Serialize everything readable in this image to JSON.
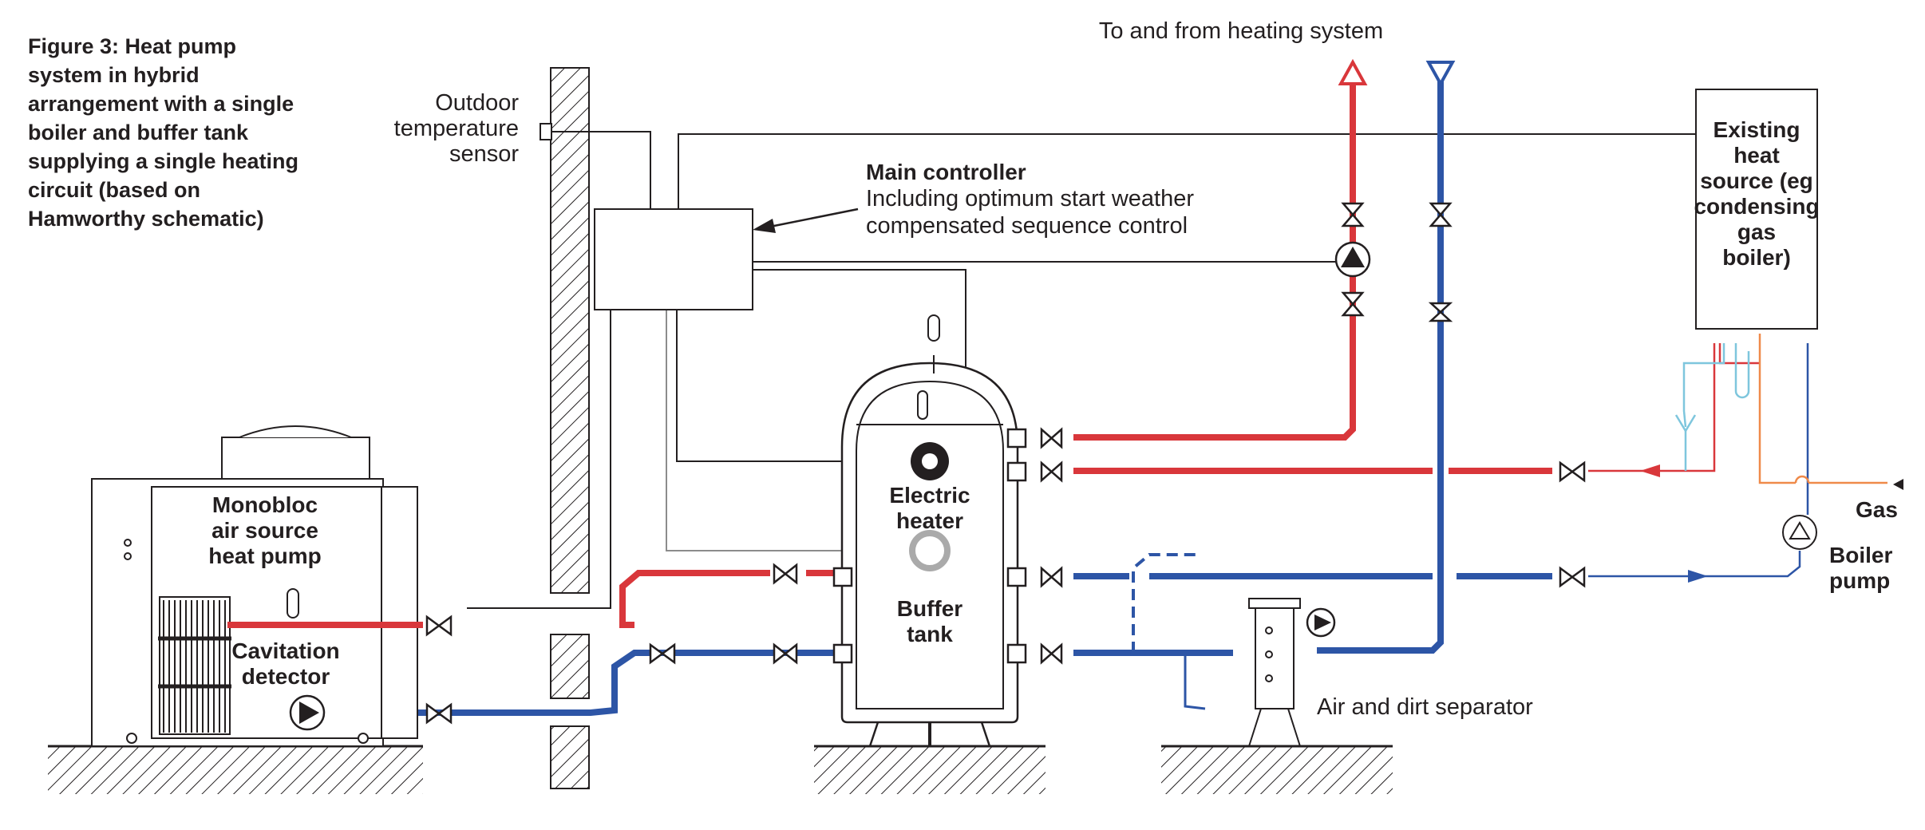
{
  "figure": {
    "caption": "Figure 3: Heat pump system in hybrid arrangement with a single boiler and buffer tank supplying a single heating circuit (based on Hamworthy schematic)"
  },
  "labels": {
    "heating_system": "To and from heating system",
    "outdoor_sensor": [
      "Outdoor",
      "temperature",
      "sensor"
    ],
    "main_controller": [
      "Main controller",
      "Including optimum start weather",
      "compensated sequence control"
    ],
    "existing_heat_source": [
      "Existing",
      "heat",
      "source (eg",
      "condensing",
      "gas",
      "boiler)"
    ],
    "gas": "Gas",
    "boiler_pump": [
      "Boiler",
      "pump"
    ],
    "heat_pump": [
      "Monobloc",
      "air source",
      "heat pump"
    ],
    "cavitation_detector": [
      "Cavitation",
      "detector"
    ],
    "electric_heater": [
      "Electric",
      "heater"
    ],
    "buffer_tank": [
      "Buffer",
      "tank"
    ],
    "air_dirt_separator": "Air and dirt separator"
  },
  "colors": {
    "flow_red": "#d9373b",
    "return_blue": "#2d55a6",
    "gas_orange": "#ef8a4a",
    "drain_cyan": "#7ec6dd",
    "line_black": "#231f20",
    "control_grey": "#8c8c8c"
  }
}
